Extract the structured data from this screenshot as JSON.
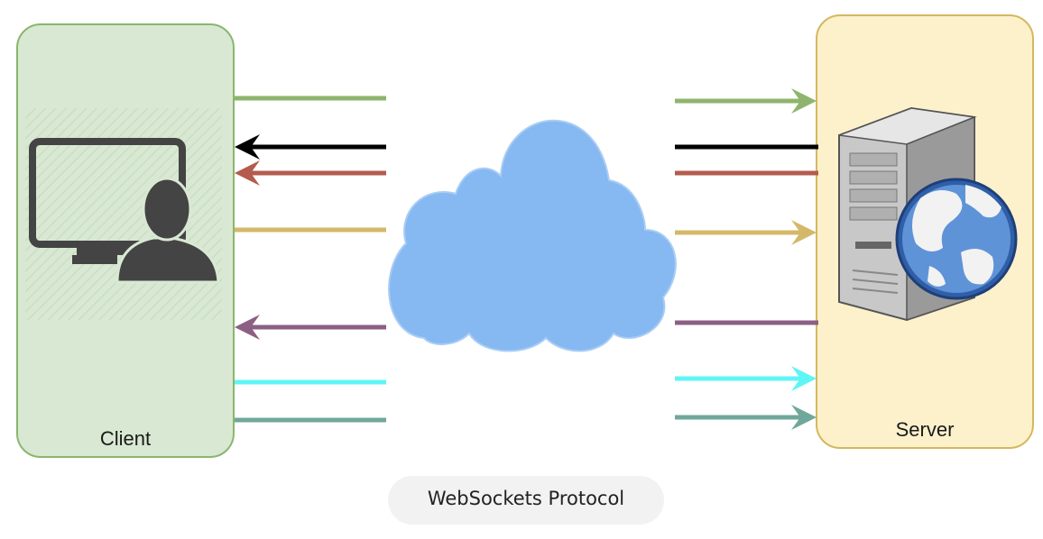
{
  "nodes": {
    "client": {
      "label": "Client",
      "fill": "#d9e8d3",
      "stroke": "#8ab66e"
    },
    "server": {
      "label": "Server",
      "fill": "#fdf1cc",
      "stroke": "#d4b85e"
    }
  },
  "cloud": {
    "fill": "#86b8f2",
    "stroke": "#a8cdf5"
  },
  "caption": "WebSockets Protocol",
  "messages": [
    {
      "color": "#8fb46e",
      "direction": "client-to-server"
    },
    {
      "color": "#000000",
      "direction": "server-to-client"
    },
    {
      "color": "#b45b4e",
      "direction": "server-to-client"
    },
    {
      "color": "#d4b86a",
      "direction": "client-to-server"
    },
    {
      "color": "#8c5f85",
      "direction": "server-to-client"
    },
    {
      "color": "#5ff5f7",
      "direction": "client-to-server"
    },
    {
      "color": "#6fa89a",
      "direction": "client-to-server"
    }
  ]
}
